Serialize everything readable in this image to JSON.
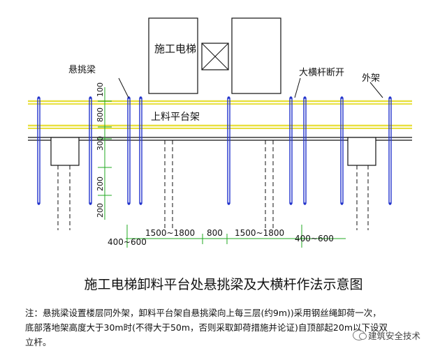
{
  "diagram": {
    "labels": {
      "elevator": "施工电梯",
      "cantilever_beam": "悬挑梁",
      "ledger_break": "大横杆断开",
      "outer_scaffold": "外架",
      "platform_frame": "上料平台架"
    },
    "dims": {
      "v100": "100",
      "v800": "800",
      "v300": "300",
      "v200a": "200",
      "v200b": "200",
      "h1500a": "1500~1800",
      "h800": "800",
      "h1500b": "1500~1800",
      "h400a": "400~600",
      "h400b": "400~600"
    },
    "colors": {
      "post": "#2233cc",
      "ledger": "#e8e040",
      "dimension": "#22aa22",
      "line": "#111111"
    }
  },
  "caption": "施工电梯卸料平台处悬挑梁及大横杆作法示意图",
  "note": {
    "line1": "注：悬挑梁设置楼层同外架，卸料平台架自悬挑梁向上每三层(约9m))采用钢丝绳卸荷一次，",
    "line2": "底部落地架高度大于30m时(不得大于50m，否则采取卸荷措施并论证)自顶部起20m以下设双",
    "line3": "立杆。"
  },
  "watermark": {
    "icon": "wechat-icon",
    "text": "建筑安全技术"
  }
}
